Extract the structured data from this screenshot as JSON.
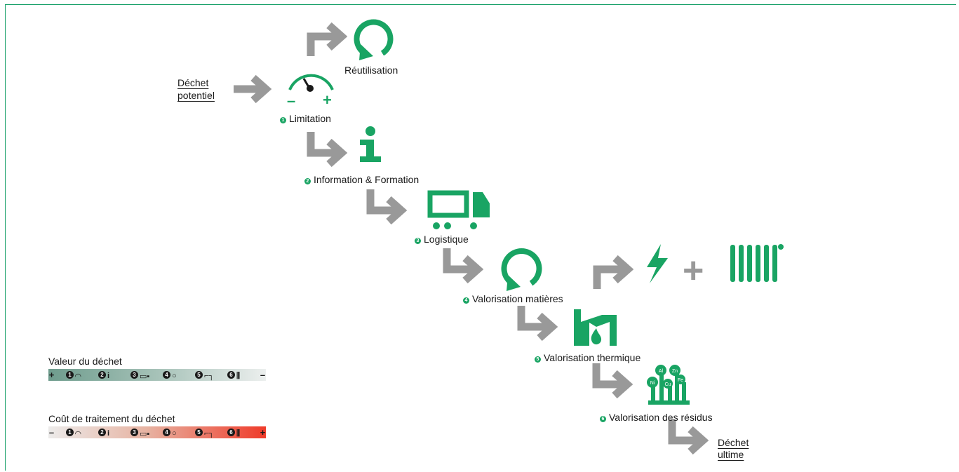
{
  "colors": {
    "icon": "#19a463",
    "arrow": "#999999",
    "frame": "#19a06a"
  },
  "start": {
    "line1": "Déchet",
    "line2": "potentiel"
  },
  "end": {
    "line1": "Déchet",
    "line2": "ultime"
  },
  "reuse": {
    "label": "Réutilisation",
    "icon": "recycle-icon"
  },
  "steps": [
    {
      "number": "1",
      "label": "Limitation",
      "icon": "gauge-icon"
    },
    {
      "number": "2",
      "label": "Information & Formation",
      "icon": "info-icon"
    },
    {
      "number": "3",
      "label": "Logistique",
      "icon": "truck-icon"
    },
    {
      "number": "4",
      "label": "Valorisation matières",
      "icon": "recycle-icon"
    },
    {
      "number": "5",
      "label": "Valorisation thermique",
      "icon": "factory-flame-icon"
    },
    {
      "number": "6",
      "label": "Valorisation des résidus",
      "icon": "metals-icon"
    }
  ],
  "gauge": {
    "minus": "–",
    "plus": "+"
  },
  "energy": {
    "plus": "+",
    "icons": [
      "lightning-icon",
      "radiator-icon"
    ]
  },
  "metals": [
    "Al",
    "Zn",
    "Ni",
    "Cu",
    "Fe"
  ],
  "legend": {
    "value": {
      "title": "Valeur du déchet",
      "left": "+",
      "right": "–"
    },
    "cost": {
      "title": "Coût de traitement du déchet",
      "left": "–",
      "right": "+"
    },
    "steps": [
      "1",
      "2",
      "3",
      "4",
      "5",
      "6"
    ]
  }
}
